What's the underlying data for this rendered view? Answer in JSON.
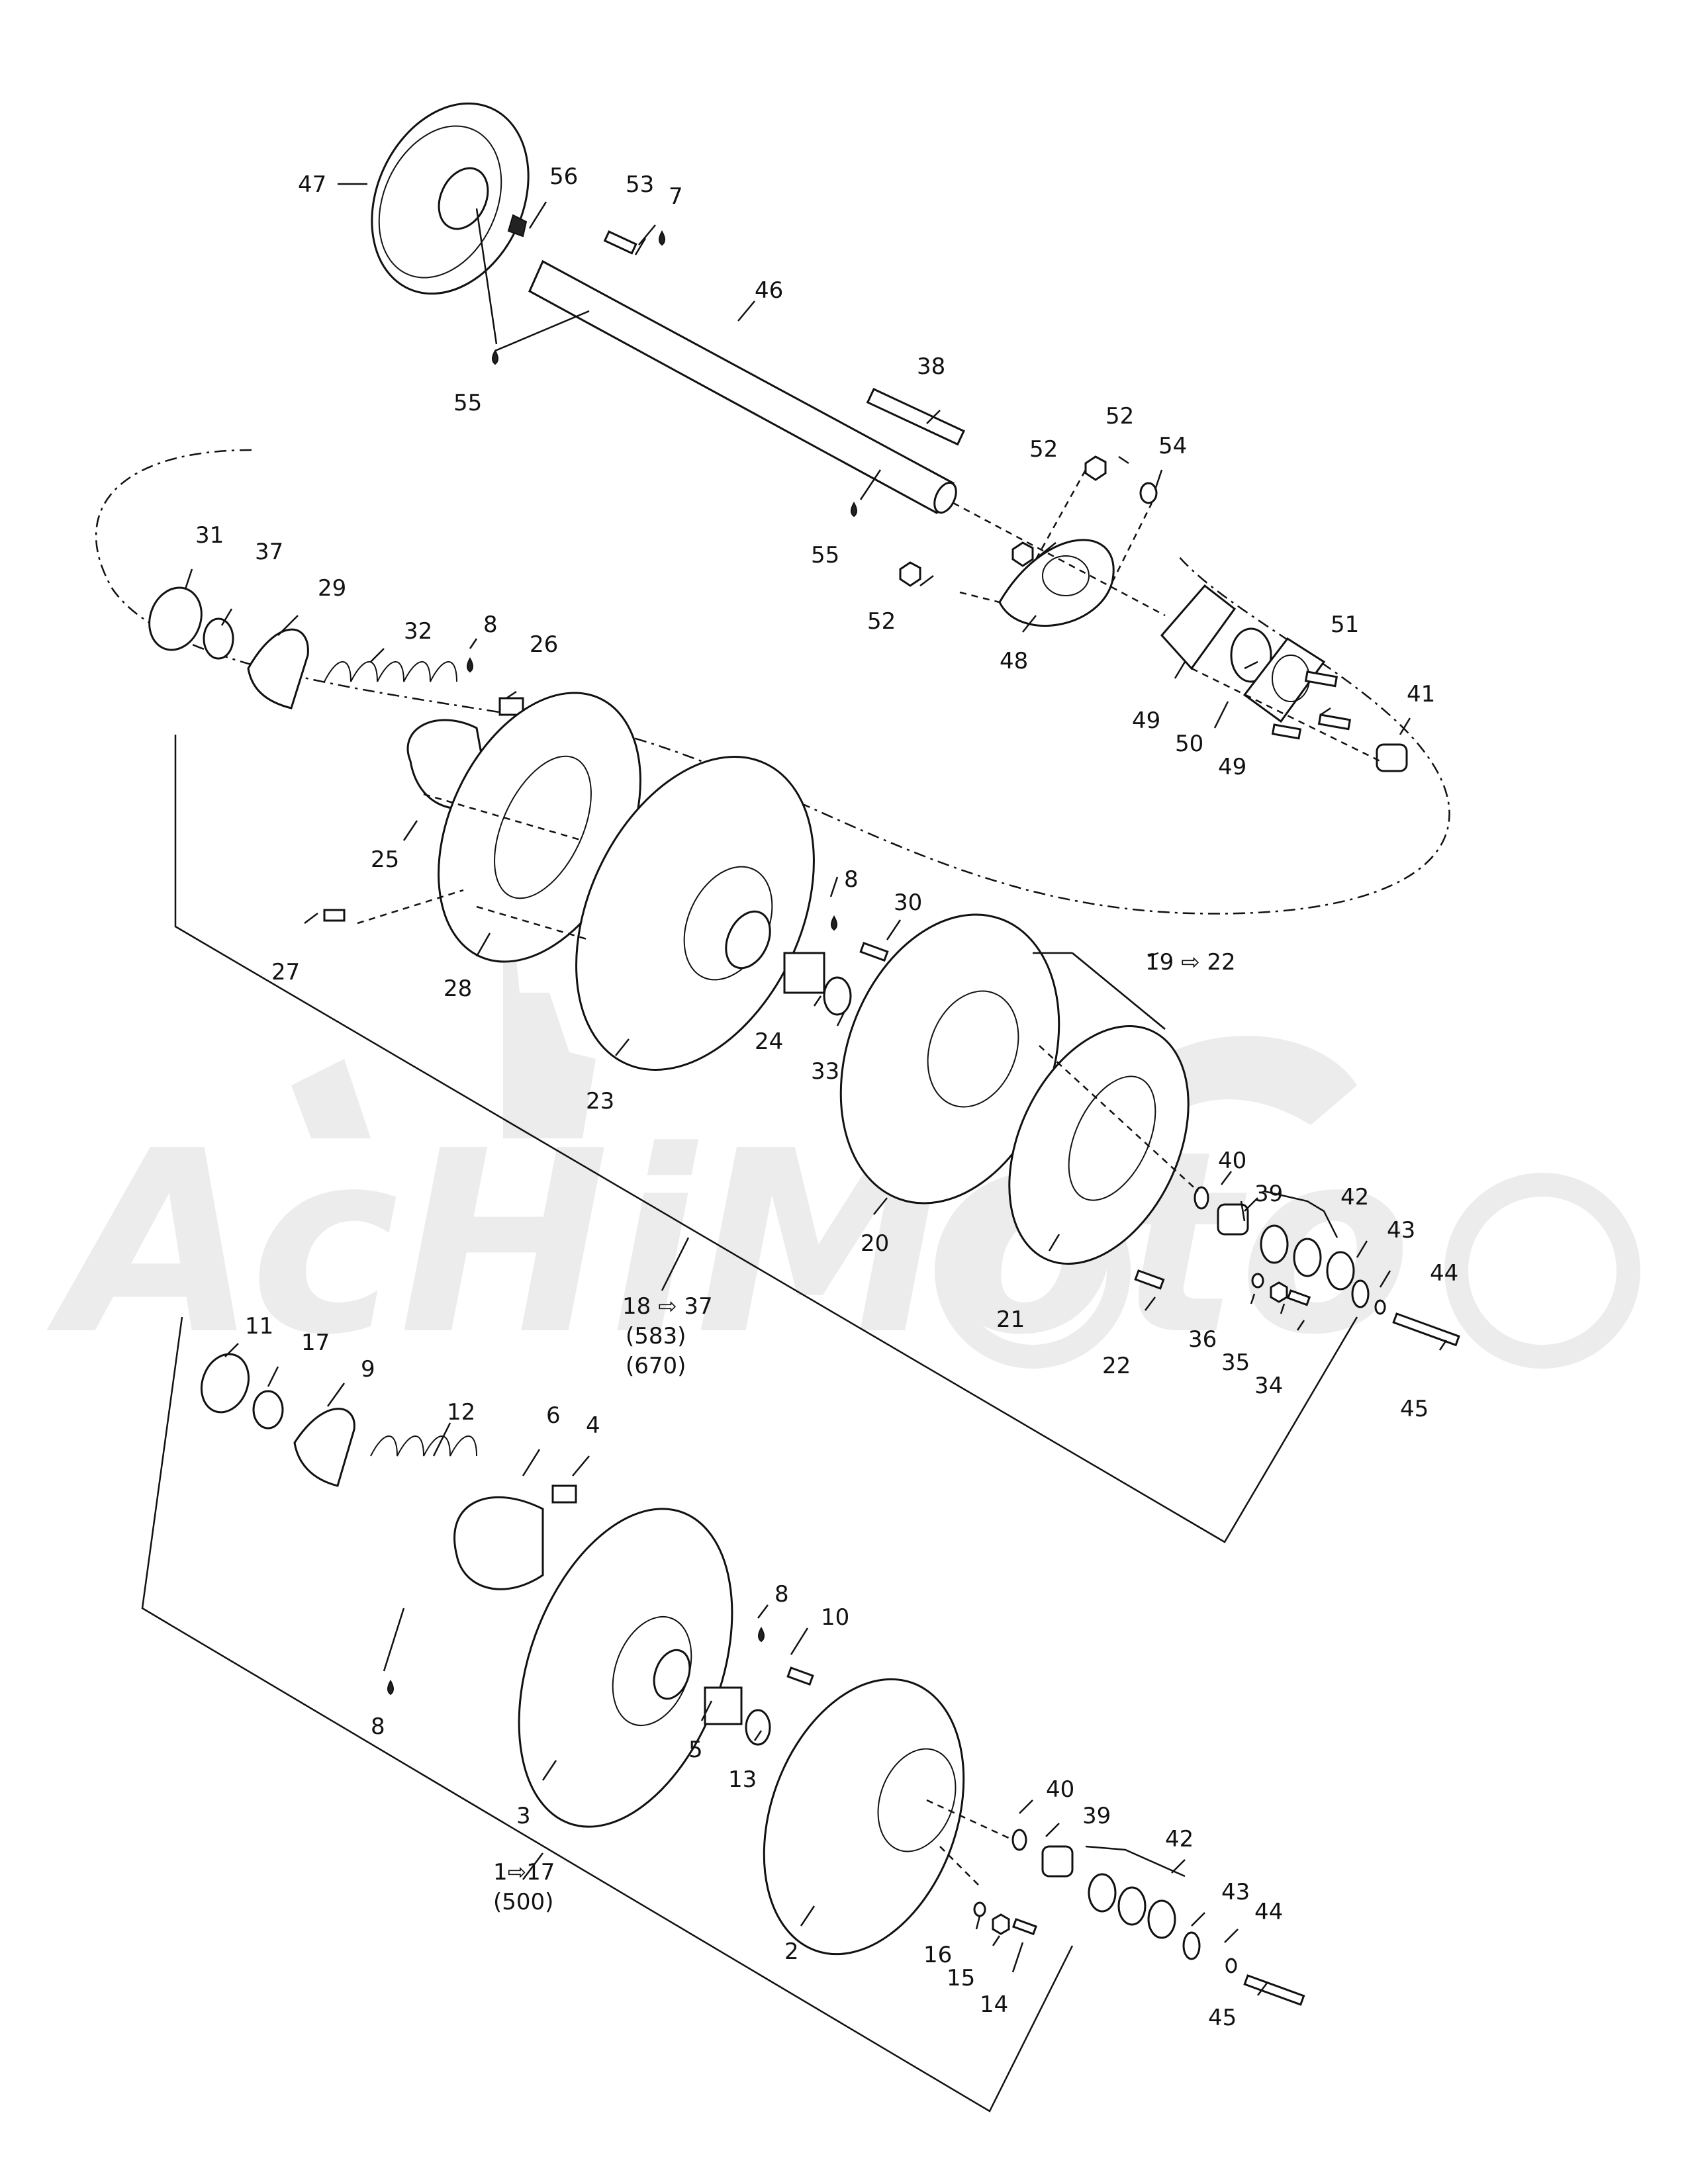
{
  "diagram": {
    "title": "",
    "watermark_text": "AcHiMoto",
    "labels": {
      "l47": "47",
      "l56": "56",
      "l53": "53",
      "l7": "7",
      "l46": "46",
      "l55a": "55",
      "l38": "38",
      "l52a": "52",
      "l52b": "52",
      "l54": "54",
      "l55b": "55",
      "l52c": "52",
      "l48": "48",
      "l51": "51",
      "l41": "41",
      "l49a": "49",
      "l50": "50",
      "l49b": "49",
      "l31": "31",
      "l37": "37",
      "l29": "29",
      "l32": "32",
      "l8a": "8",
      "l26": "26",
      "l25": "25",
      "l27": "27",
      "l28": "28",
      "l8b": "8",
      "l30": "30",
      "l19": "19 ⇨ 22",
      "l24": "24",
      "l33": "33",
      "l23": "23",
      "l20": "20",
      "l40a": "40",
      "l39a": "39",
      "l42a": "42",
      "l43a": "43",
      "l44a": "44",
      "l21": "21",
      "l36": "36",
      "l35": "35",
      "l34": "34",
      "l22": "22",
      "l45a": "45",
      "l18": "18 ⇨ 37",
      "l583": "(583)",
      "l670": "(670)",
      "l11": "11",
      "l17": "17",
      "l9": "9",
      "l12": "12",
      "l6": "6",
      "l4": "4",
      "l8c": "8",
      "l8d": "8",
      "l10": "10",
      "l5": "5",
      "l13": "13",
      "l3": "3",
      "l2": "2",
      "l40b": "40",
      "l39b": "39",
      "l42b": "42",
      "l43b": "43",
      "l44b": "44",
      "l45b": "45",
      "l16": "16",
      "l15": "15",
      "l14": "14",
      "l1": "1⇨17",
      "l500": "(500)"
    }
  }
}
